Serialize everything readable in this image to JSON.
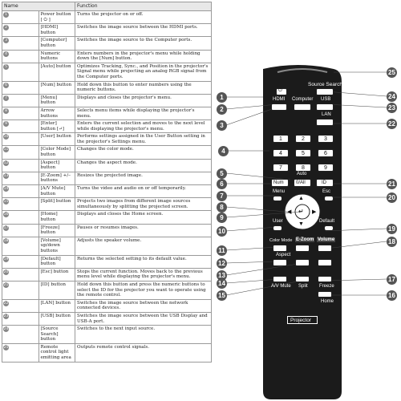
{
  "table": {
    "header": {
      "name": "Name",
      "function": "Function"
    },
    "rows": [
      {
        "num": "1",
        "name": "Power button [ ⏻ ]",
        "function": "Turns the projector on or off."
      },
      {
        "num": "2",
        "name": "[HDMI] button",
        "function": "Switches the image source between the HDMI ports."
      },
      {
        "num": "3",
        "name": "[Computer] button",
        "function": "Switches the image source to the Computer ports."
      },
      {
        "num": "4",
        "name": "Numeric buttons",
        "function": "Enters numbers in the projector's menu while holding down the [Num] button."
      },
      {
        "num": "5",
        "name": "[Auto] button",
        "function": "Optimizes Tracking, Sync., and Position in the projector's Signal menu while projecting an analog RGB signal from the Computer ports."
      },
      {
        "num": "6",
        "name": "[Num] button",
        "function": "Hold down this button to enter numbers using the numeric buttons."
      },
      {
        "num": "7",
        "name": "[Menu] button",
        "function": "Displays and closes the projector's menu."
      },
      {
        "num": "8",
        "name": "Arrow buttons",
        "function": "Selects menu items while displaying the projector's menu."
      },
      {
        "num": "9",
        "name": "[Enter] button [↵]",
        "function": "Enters the current selection and moves to the next level while displaying the projector's menu."
      },
      {
        "num": "10",
        "name": "[User] button",
        "function": "Performs settings assigned in the User Button setting in the projector's Settings menu."
      },
      {
        "num": "11",
        "name": "[Color Mode] button",
        "function": "Changes the color mode."
      },
      {
        "num": "12",
        "name": "[Aspect] button",
        "function": "Changes the aspect mode."
      },
      {
        "num": "13",
        "name": "[E-Zoom] +/– buttons",
        "function": "Resizes the projected image."
      },
      {
        "num": "14",
        "name": "[A/V Mute] button",
        "function": "Turns the video and audio on or off temporarily."
      },
      {
        "num": "15",
        "name": "[Split] button",
        "function": "Projects two images from different image sources simultaneously by splitting the projected screen."
      },
      {
        "num": "16",
        "name": "[Home] button",
        "function": "Displays and closes the Home screen."
      },
      {
        "num": "17",
        "name": "[Freeze] button",
        "function": "Pauses or resumes images."
      },
      {
        "num": "18",
        "name": "[Volume] up/down buttons",
        "function": "Adjusts the speaker volume."
      },
      {
        "num": "19",
        "name": "[Default] button",
        "function": "Returns the selected setting to its default value."
      },
      {
        "num": "20",
        "name": "[Esc] button",
        "function": "Stops the current function. Moves back to the previous menu level while displaying the projector's menu."
      },
      {
        "num": "21",
        "name": "[ID] button",
        "function": "Hold down this button and press the numeric buttons to select the ID for the projector you want to operate using the remote control."
      },
      {
        "num": "22",
        "name": "[LAN] button",
        "function": "Switches the image source between the network connected devices."
      },
      {
        "num": "23",
        "name": "[USB] button",
        "function": "Switches the image source between the USB Display and USB-A port."
      },
      {
        "num": "24",
        "name": "[Source Search] button",
        "function": "Switches to the next input source."
      },
      {
        "num": "25",
        "name": "Remote control light emitting area",
        "function": "Outputs remote control signals."
      }
    ]
  },
  "remote": {
    "labels": {
      "source_search": "Source Search",
      "hdmi": "HDMI",
      "computer": "Computer",
      "usb": "USB",
      "lan": "LAN",
      "auto": "Auto",
      "num": "Num",
      "all": "0/All",
      "id": "ID",
      "menu": "Menu",
      "esc": "Esc",
      "user": "User",
      "default": "Default",
      "color_mode": "Color Mode",
      "ezoom": "E-Zoom",
      "volume": "Volume",
      "aspect": "Aspect",
      "av_mute": "A/V Mute",
      "split": "Split",
      "freeze": "Freeze",
      "home": "Home",
      "brand": "Projector"
    },
    "digits": [
      "1",
      "2",
      "3",
      "4",
      "5",
      "6",
      "7",
      "8",
      "9"
    ],
    "callouts": [
      "1",
      "2",
      "3",
      "4",
      "5",
      "6",
      "7",
      "8",
      "9",
      "10",
      "11",
      "12",
      "13",
      "14",
      "15",
      "16",
      "17",
      "18",
      "19",
      "20",
      "21",
      "22",
      "23",
      "24",
      "25"
    ]
  },
  "colors": {
    "remote_body": "#1b1b1b",
    "callout": "#555555",
    "table_header": "#e8e8e8"
  }
}
